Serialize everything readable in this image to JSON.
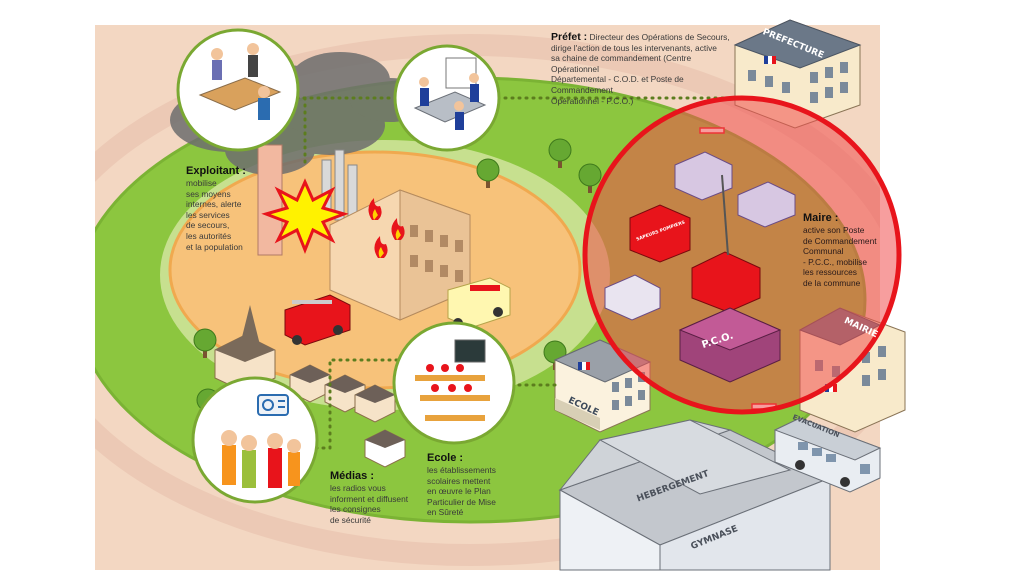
{
  "labels": {
    "prefet": {
      "title": "Préfet :",
      "lines": [
        "Directeur des Opérations de Secours,",
        "dirige l'action de tous les intervenants, active",
        "sa chaine de commandement (Centre Opérationnel",
        "Départemental - C.O.D. et Poste de Commandement",
        "Opérationnel - P.C.O.)"
      ]
    },
    "exploitant": {
      "title": "Exploitant :",
      "lines": [
        "mobilise",
        "ses moyens",
        "internes, alerte",
        "les services",
        "de secours,",
        "les autorités",
        "et la population"
      ]
    },
    "maire": {
      "title": "Maire :",
      "lines": [
        "active son Poste",
        "de Commandement",
        "Communal",
        "- P.C.C., mobilise",
        "les ressources",
        "de la commune"
      ]
    },
    "ecole": {
      "title": "Ecole :",
      "lines": [
        "les établissements",
        "scolaires mettent",
        "en œuvre le Plan",
        "Particulier de Mise",
        "en Sûreté"
      ]
    },
    "medias": {
      "title": "Médias :",
      "lines": [
        "les radios vous",
        "informent et diffusent",
        "les consignes",
        "de sécurité"
      ]
    }
  },
  "buildings": {
    "prefecture": "PREFECTURE",
    "mairie": "MAIRIE",
    "ecole": "ECOLE",
    "hebergement": "HEBERGEMENT",
    "gymnase": "GYMNASE",
    "evacuation": "EVACUATION",
    "pco": "P.C.O.",
    "sapeurs": "SAPEURS POMPIERS"
  },
  "colors": {
    "grass": "#8cc63f",
    "ground": "#f7c27a",
    "dotted_line": "#5c7d1e",
    "alert_circle": "#e8141b",
    "alert_fill": "#f04e4e"
  }
}
